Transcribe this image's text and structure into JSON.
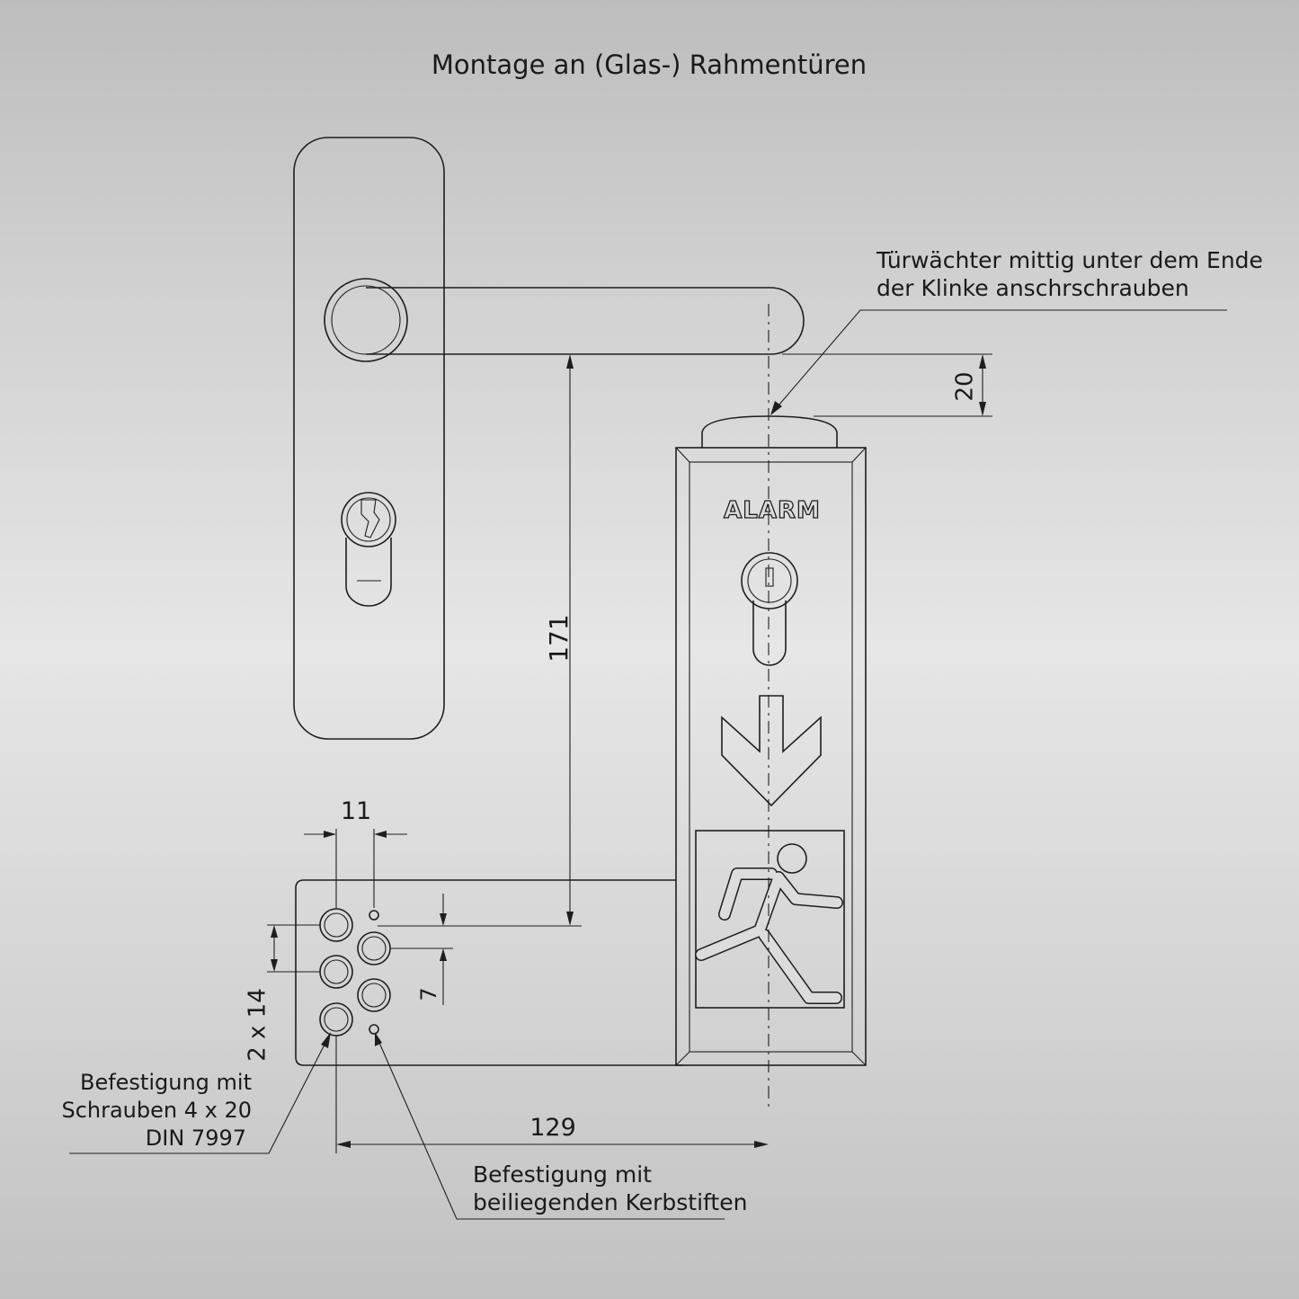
{
  "title": "Montage an (Glas-) Rahmentüren",
  "device": {
    "label": "ALARM"
  },
  "dimensions": {
    "handle_to_plate": "171",
    "top_offset": "20",
    "hole_spacing_h": "11",
    "hole_pitch_v": "2 x 14",
    "pin_offset": "7",
    "center_distance": "129"
  },
  "callouts": {
    "top": [
      "Türwächter mittig unter dem Ende",
      "der Klinke anschrschrauben"
    ],
    "screws": [
      "Befestigung mit",
      "Schrauben 4 x 20",
      "DIN 7997"
    ],
    "pins": [
      "Befestigung mit",
      "beiliegenden Kerbstiften"
    ]
  },
  "colors": {
    "line": "#1e1e1e",
    "background_top": "#bdbdbd",
    "background_mid": "#e6e6e6"
  }
}
